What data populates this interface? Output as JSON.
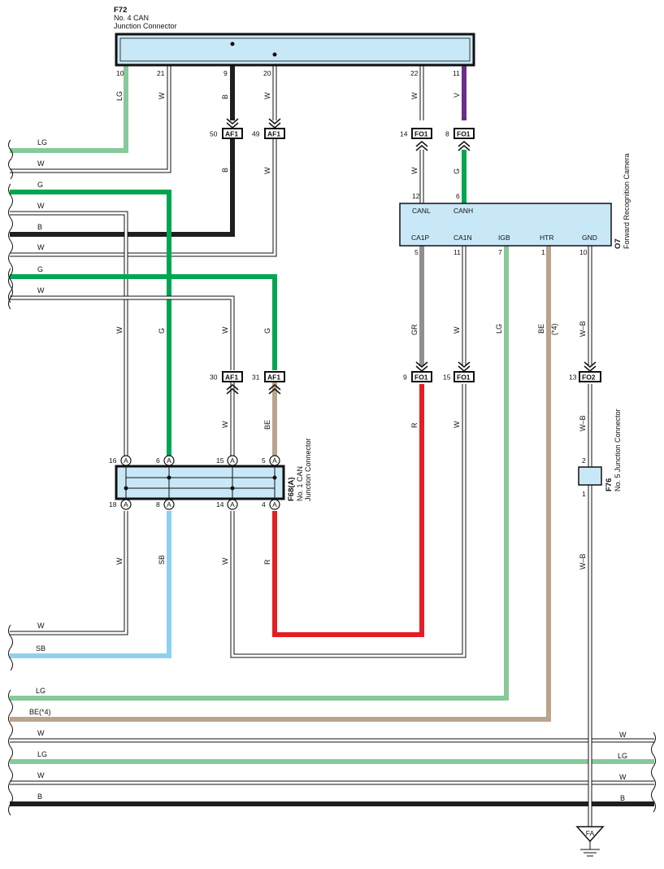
{
  "connectors": {
    "f72": {
      "id": "F72",
      "line1": "No.  4 CAN",
      "line2": "Junction Connector",
      "pins": [
        "10",
        "21",
        "9",
        "20",
        "22",
        "11"
      ]
    },
    "o7": {
      "id": "O7",
      "name": "Forward Recognition Camera",
      "top_pins": [
        "12",
        "6"
      ],
      "top_labels": [
        "CANL",
        "CANH"
      ],
      "bottom_labels": [
        "CA1P",
        "CA1N",
        "IGB",
        "HTR",
        "GND"
      ],
      "bottom_pins": [
        "5",
        "11",
        "7",
        "1",
        "10"
      ]
    },
    "f68": {
      "id": "F68(A)",
      "line1": "No.  1 CAN",
      "line2": "Junction Connector",
      "top_pins": [
        "16",
        "6",
        "15",
        "5"
      ],
      "bottom_pins": [
        "18",
        "8",
        "14",
        "4"
      ],
      "marker": "A"
    },
    "f76": {
      "id": "F76",
      "name": "No.  5 Junction Connector",
      "pins": [
        "2",
        "1"
      ]
    },
    "af1": {
      "name": "AF1",
      "pins": [
        "50",
        "49",
        "30",
        "31"
      ]
    },
    "fo1": {
      "name": "FO1",
      "pins": [
        "14",
        "8",
        "9",
        "15"
      ]
    },
    "fo2": {
      "name": "FO2",
      "pin": "13"
    },
    "ground": {
      "name": "FA"
    }
  },
  "wire_labels": {
    "lg": "LG",
    "w": "W",
    "b": "B",
    "v": "V",
    "g": "G",
    "gr": "GR",
    "be": "BE",
    "r": "R",
    "sb": "SB",
    "wb": "W–B",
    "star4": "(*4)",
    "be4": "BE(*4)"
  },
  "colors": {
    "LG": "#86c99a",
    "B": "#1f1f1f",
    "V": "#6b2d8e",
    "G": "#00a651",
    "GR": "#8f8f8f",
    "BE": "#b9a48c",
    "R": "#e31e24",
    "SB": "#8ed1ef",
    "connector_fill": "#c9e8f7",
    "outline": "#111111"
  }
}
